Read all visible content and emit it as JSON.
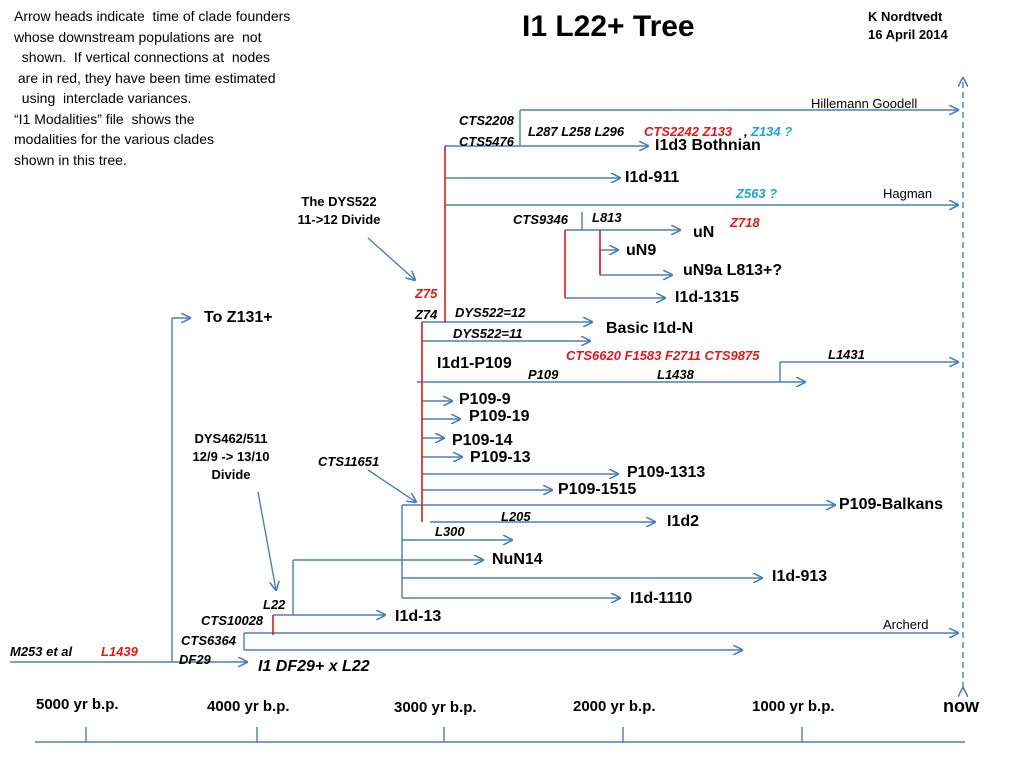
{
  "title": "I1 L22+ Tree",
  "author": "K Nordtvedt\n16 April 2014",
  "notes": "Arrow heads indicate  time of clade founders\nwhose downstream populations are  not\n  shown.  If vertical connections at  nodes\n are in red, they have been time estimated\n  using  interclade variances.\n“I1 Modalities” file  shows the\nmodalities for the various clades\nshown in this tree.",
  "annotations": {
    "dys522_divide": "The DYS522\n11->12 Divide",
    "dys462_divide": "DYS462/511\n12/9 -> 13/10\nDivide"
  },
  "snps": {
    "cts2208": "CTS2208",
    "cts5476": "CTS5476",
    "l287": "L287 L258 L296",
    "cts2242": "CTS2242 Z133",
    "comma": ",",
    "z134": "Z134 ?",
    "z563": "Z563 ?",
    "cts9346": "CTS9346",
    "l813": "L813",
    "z718": "Z718",
    "z75": "Z75",
    "z74": "Z74",
    "dys522_12": "DYS522=12",
    "dys522_11": "DYS522=11",
    "cts6620": "CTS6620 F1583 F2711 CTS9875",
    "l1431": "L1431",
    "p109": "P109",
    "l1438": "L1438",
    "cts11651": "CTS11651",
    "l205": "L205",
    "l300": "L300",
    "l22": "L22",
    "cts10028": "CTS10028",
    "cts6364": "CTS6364",
    "df29": "DF29",
    "m253": "M253 et al",
    "l1439": "L1439"
  },
  "clades": {
    "i1d3": "I1d3 Bothnian",
    "i1d911": "I1d-911",
    "un": "uN",
    "un9": "uN9",
    "un9a": "uN9a L813+?",
    "i1d1315": "I1d-1315",
    "basic": "Basic I1d-N",
    "i1d1p109": "I1d1-P109",
    "p109_9": "P109-9",
    "p109_19": "P109-19",
    "p109_14": "P109-14",
    "p109_13": "P109-13",
    "p109_1313": "P109-1313",
    "p109_1515": "P109-1515",
    "p109_balkans": "P109-Balkans",
    "i1d2": "I1d2",
    "nun14": "NuN14",
    "i1d913": "I1d-913",
    "i1d1110": "I1d-1110",
    "i1d13": "I1d-13",
    "z131": "To Z131+",
    "df29": "I1 DF29+ x L22"
  },
  "sources": {
    "hillemann": "Hillemann  Goodell",
    "hagman": "Hagman",
    "archerd": "Archerd"
  },
  "timeline": {
    "t5000": "5000 yr b.p.",
    "t4000": "4000 yr b.p.",
    "t3000": "3000 yr b.p.",
    "t2000": "2000 yr b.p.",
    "t1000": "1000 yr b.p.",
    "now": "now"
  },
  "colors": {
    "line": "#4a7ebb",
    "node_red": "#e01919",
    "snp_blue": "#1fa3d9"
  }
}
